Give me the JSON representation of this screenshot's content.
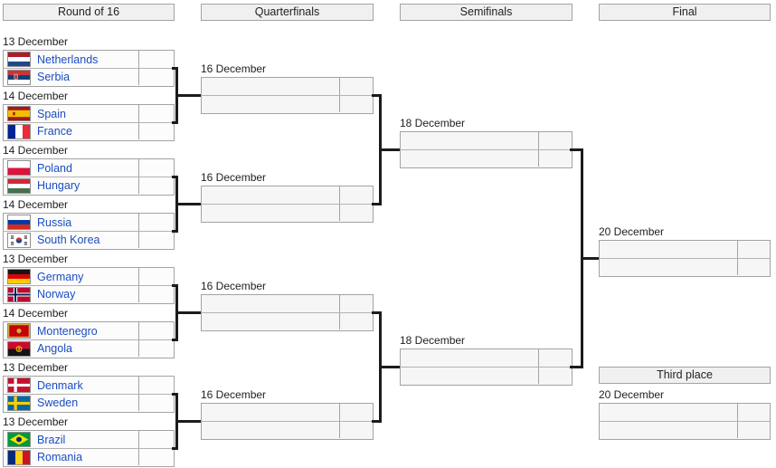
{
  "headers": {
    "round_of_16": "Round of 16",
    "quarterfinals": "Quarterfinals",
    "semifinals": "Semifinals",
    "final": "Final",
    "third_place": "Third place"
  },
  "round_of_16": {
    "matches": [
      {
        "date": "13 December",
        "teams": [
          {
            "name": "Netherlands",
            "flag": "netherlands",
            "score": ""
          },
          {
            "name": "Serbia",
            "flag": "serbia",
            "score": ""
          }
        ]
      },
      {
        "date": "14 December",
        "teams": [
          {
            "name": "Spain",
            "flag": "spain",
            "score": ""
          },
          {
            "name": "France",
            "flag": "france",
            "score": ""
          }
        ]
      },
      {
        "date": "14 December",
        "teams": [
          {
            "name": "Poland",
            "flag": "poland",
            "score": ""
          },
          {
            "name": "Hungary",
            "flag": "hungary",
            "score": ""
          }
        ]
      },
      {
        "date": "14 December",
        "teams": [
          {
            "name": "Russia",
            "flag": "russia",
            "score": ""
          },
          {
            "name": "South Korea",
            "flag": "south-korea",
            "score": ""
          }
        ]
      },
      {
        "date": "13 December",
        "teams": [
          {
            "name": "Germany",
            "flag": "germany",
            "score": ""
          },
          {
            "name": "Norway",
            "flag": "norway",
            "score": ""
          }
        ]
      },
      {
        "date": "14 December",
        "teams": [
          {
            "name": "Montenegro",
            "flag": "montenegro",
            "score": ""
          },
          {
            "name": "Angola",
            "flag": "angola",
            "score": ""
          }
        ]
      },
      {
        "date": "13 December",
        "teams": [
          {
            "name": "Denmark",
            "flag": "denmark",
            "score": ""
          },
          {
            "name": "Sweden",
            "flag": "sweden",
            "score": ""
          }
        ]
      },
      {
        "date": "13 December",
        "teams": [
          {
            "name": "Brazil",
            "flag": "brazil",
            "score": ""
          },
          {
            "name": "Romania",
            "flag": "romania",
            "score": ""
          }
        ]
      }
    ]
  },
  "quarterfinals": {
    "matches": [
      {
        "date": "16 December",
        "teams": [
          {
            "name": "",
            "score": ""
          },
          {
            "name": "",
            "score": ""
          }
        ]
      },
      {
        "date": "16 December",
        "teams": [
          {
            "name": "",
            "score": ""
          },
          {
            "name": "",
            "score": ""
          }
        ]
      },
      {
        "date": "16 December",
        "teams": [
          {
            "name": "",
            "score": ""
          },
          {
            "name": "",
            "score": ""
          }
        ]
      },
      {
        "date": "16 December",
        "teams": [
          {
            "name": "",
            "score": ""
          },
          {
            "name": "",
            "score": ""
          }
        ]
      }
    ]
  },
  "semifinals": {
    "matches": [
      {
        "date": "18 December",
        "teams": [
          {
            "name": "",
            "score": ""
          },
          {
            "name": "",
            "score": ""
          }
        ]
      },
      {
        "date": "18 December",
        "teams": [
          {
            "name": "",
            "score": ""
          },
          {
            "name": "",
            "score": ""
          }
        ]
      }
    ]
  },
  "final": {
    "date": "20 December",
    "teams": [
      {
        "name": "",
        "score": ""
      },
      {
        "name": "",
        "score": ""
      }
    ]
  },
  "third_place": {
    "date": "20 December",
    "teams": [
      {
        "name": "",
        "score": ""
      },
      {
        "name": "",
        "score": ""
      }
    ]
  },
  "colors": {
    "team_link": "#1b4cc2",
    "box_border": "#a3a3a3",
    "row_divider": "#b3b3b3",
    "empty_fill": "#f6f6f6",
    "team_row_fill": "#fcfcfc",
    "header_fill": "#f0f0f0",
    "connector": "#1c1c1c",
    "date_text": "#1e1e1e"
  }
}
